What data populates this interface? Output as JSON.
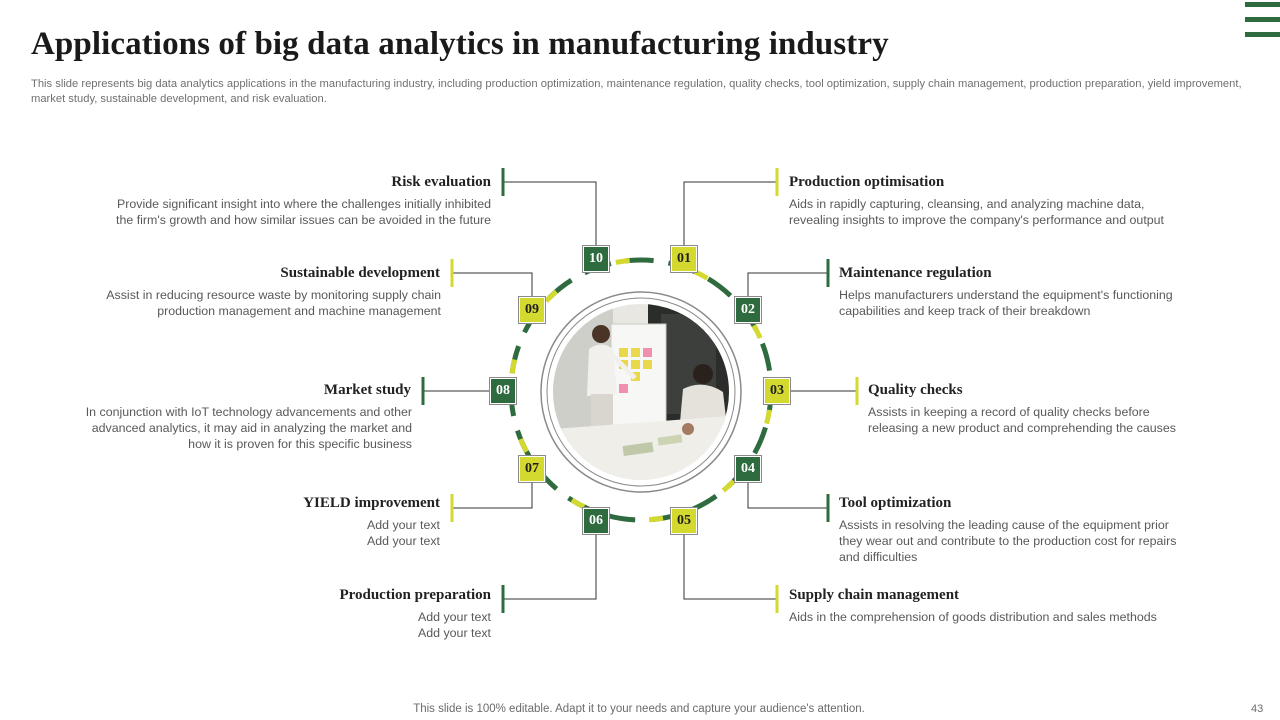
{
  "title": "Applications of big data analytics in manufacturing industry",
  "subtitle": "This slide represents big data analytics applications in the manufacturing industry, including production optimization, maintenance regulation, quality checks, tool optimization, supply chain management, production preparation, yield improvement, market study, sustainable development, and risk evaluation.",
  "colors": {
    "green": "#2e6b3e",
    "yellow": "#d3d92f"
  },
  "items": {
    "i01": {
      "number": "01",
      "heading": "Production  optimisation",
      "lines": [
        "Aids in rapidly capturing, cleansing, and analyzing machine data,",
        "revealing insights to improve the company's performance  and output"
      ]
    },
    "i02": {
      "number": "02",
      "heading": "Maintenance regulation",
      "lines": [
        "Helps manufacturers understand the equipment's functioning",
        "capabilities and keep track of their breakdown"
      ]
    },
    "i03": {
      "number": "03",
      "heading": "Quality  checks",
      "lines": [
        "Assists in keeping a record of quality checks before",
        "releasing a new product and comprehending the causes"
      ]
    },
    "i04": {
      "number": "04",
      "heading": "Tool optimization",
      "lines": [
        "Assists in resolving  the leading cause of the equipment prior",
        "they wear out and contribute to the production cost for repairs",
        "and difficulties"
      ]
    },
    "i05": {
      "number": "05",
      "heading": "Supply  chain management",
      "lines": [
        "Aids in the comprehension  of goods distribution and sales methods"
      ]
    },
    "i06": {
      "number": "06",
      "heading": "Production  preparation",
      "lines": [
        "Add your text",
        "Add your text"
      ]
    },
    "i07": {
      "number": "07",
      "heading": "YIELD improvement",
      "lines": [
        "Add your text",
        "Add your text"
      ]
    },
    "i08": {
      "number": "08",
      "heading": "Market study",
      "lines": [
        "In conjunction with IoT technology advancements  and other",
        "advanced  analytics, it may aid in analyzing the market and",
        "how it is proven  for this specific business"
      ]
    },
    "i09": {
      "number": "09",
      "heading": "Sustainable  development",
      "lines": [
        "Assist in reducing resource waste by monitoring supply chain",
        "production management and machine management"
      ]
    },
    "i10": {
      "number": "10",
      "heading": "Risk evaluation",
      "lines": [
        "Provide  significant insight into where  the challenges initially inhibited",
        "the firm's growth  and how similar issues can be avoided  in the future"
      ]
    }
  },
  "footer": "This slide is 100% editable. Adapt it to your needs and capture your audience's attention.",
  "page_number": "43"
}
